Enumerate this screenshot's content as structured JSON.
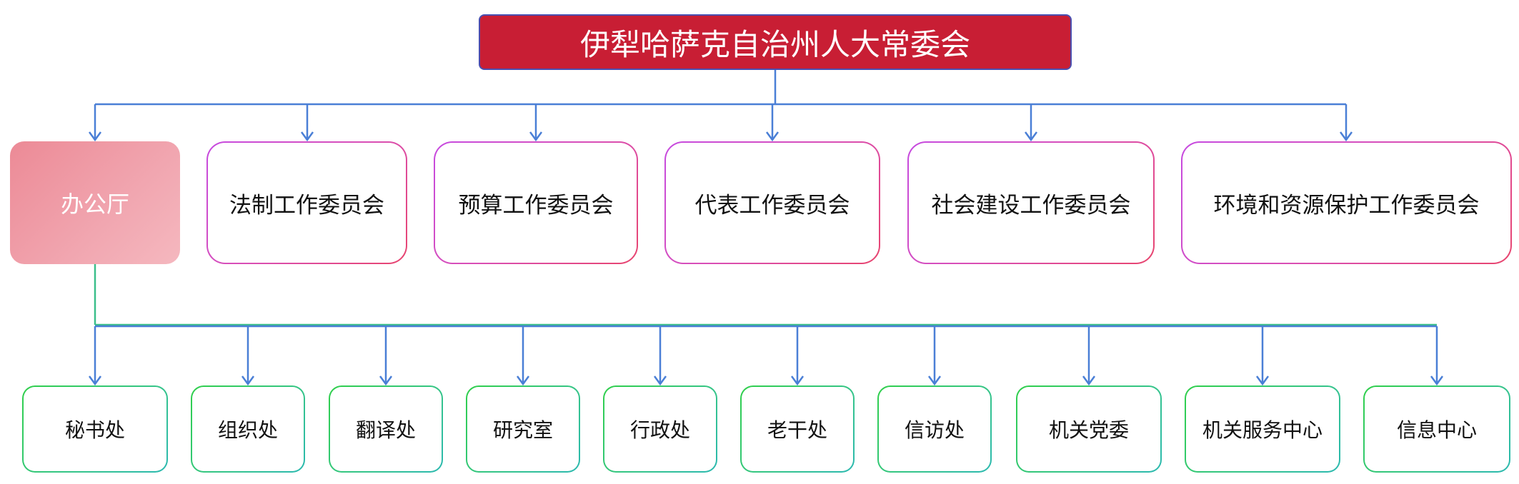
{
  "root": {
    "label": "伊犁哈萨克自治州人大常委会"
  },
  "committees": [
    {
      "label": "办公厅"
    },
    {
      "label": "法制工作委员会"
    },
    {
      "label": "预算工作委员会"
    },
    {
      "label": "代表工作委员会"
    },
    {
      "label": "社会建设工作委员会"
    },
    {
      "label": "环境和资源保护工作委员会"
    }
  ],
  "departments": [
    {
      "label": "秘书处"
    },
    {
      "label": "组织处"
    },
    {
      "label": "翻译处"
    },
    {
      "label": "研究室"
    },
    {
      "label": "行政处"
    },
    {
      "label": "老干处"
    },
    {
      "label": "信访处"
    },
    {
      "label": "机关党委"
    },
    {
      "label": "机关服务中心"
    },
    {
      "label": "信息中心"
    }
  ],
  "colors": {
    "root_fill": "#c81e34",
    "office_fill": "#ef9aa5",
    "connector_blue": "#4a7fd6",
    "connector_green": "#3bbf8a",
    "committee_border": "#c64ae0",
    "department_border": "#2fcf4a"
  }
}
